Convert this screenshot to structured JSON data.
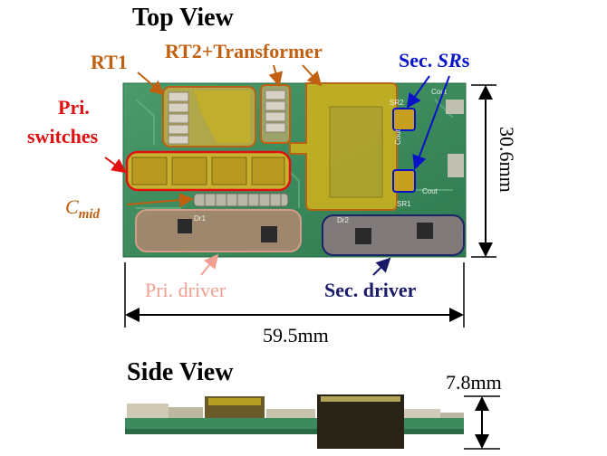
{
  "headings": {
    "top_view": "Top View",
    "side_view": "Side View"
  },
  "labels": {
    "rt1": "RT1",
    "rt2_transformer": "RT2+Transformer",
    "sec_srs_prefix": "Sec. ",
    "sec_srs_italic": "SR",
    "sec_srs_suffix": "s",
    "pri_switches_line1": "Pri.",
    "pri_switches_line2": "switches",
    "cmid_main": "C",
    "cmid_sub": "mid",
    "pri_driver": "Pri. driver",
    "sec_driver": "Sec. driver"
  },
  "dimensions": {
    "height": "30.6mm",
    "width": "59.5mm",
    "thickness": "7.8mm"
  },
  "board_markings": {
    "cout_1": "Cout",
    "cout_2": "Cout",
    "cout_3": "Cout",
    "dr1": "Dr1",
    "dr2": "Dr2",
    "sr1": "SR1",
    "sr2": "SR2"
  },
  "colors": {
    "pcb": "#3d8a5e",
    "rt_label": "#c06010",
    "sec_label": "#0a12c8",
    "pri_switch_label": "#e01010",
    "pri_driver_label": "#f0a090",
    "sec_driver_label": "#1a1a6a",
    "transformer_fill": "#c8b020"
  }
}
